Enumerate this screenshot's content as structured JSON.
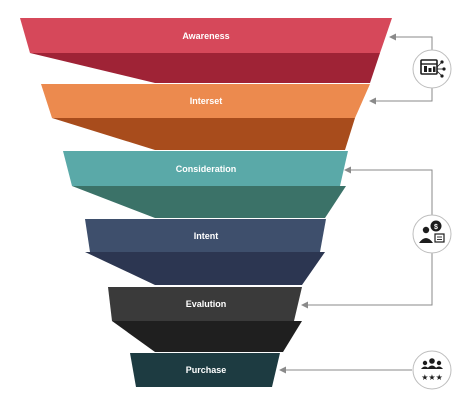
{
  "stages": [
    {
      "label": "Awareness",
      "front": "#d6485a",
      "back": "#9f2336"
    },
    {
      "label": "Interset",
      "front": "#ec8a4e",
      "back": "#a84c1c"
    },
    {
      "label": "Consideration",
      "front": "#5aa9a8",
      "back": "#3b7268"
    },
    {
      "label": "Intent",
      "front": "#3e4f6c",
      "back": "#2c3651"
    },
    {
      "label": "Evalution",
      "front": "#3a3a3a",
      "back": "#1f1f1f"
    },
    {
      "label": "Purchase",
      "front": "#1d3b41",
      "back": "#10292d"
    }
  ],
  "side_icons": [
    {
      "icon": "analytics-dashboard-icon"
    },
    {
      "icon": "customer-evaluation-icon"
    },
    {
      "icon": "customer-reviews-icon"
    }
  ],
  "colors": {
    "connector": "#8a8a8a",
    "icon_ring": "#bdbdbd",
    "icon_fill": "#1d1d1d"
  }
}
